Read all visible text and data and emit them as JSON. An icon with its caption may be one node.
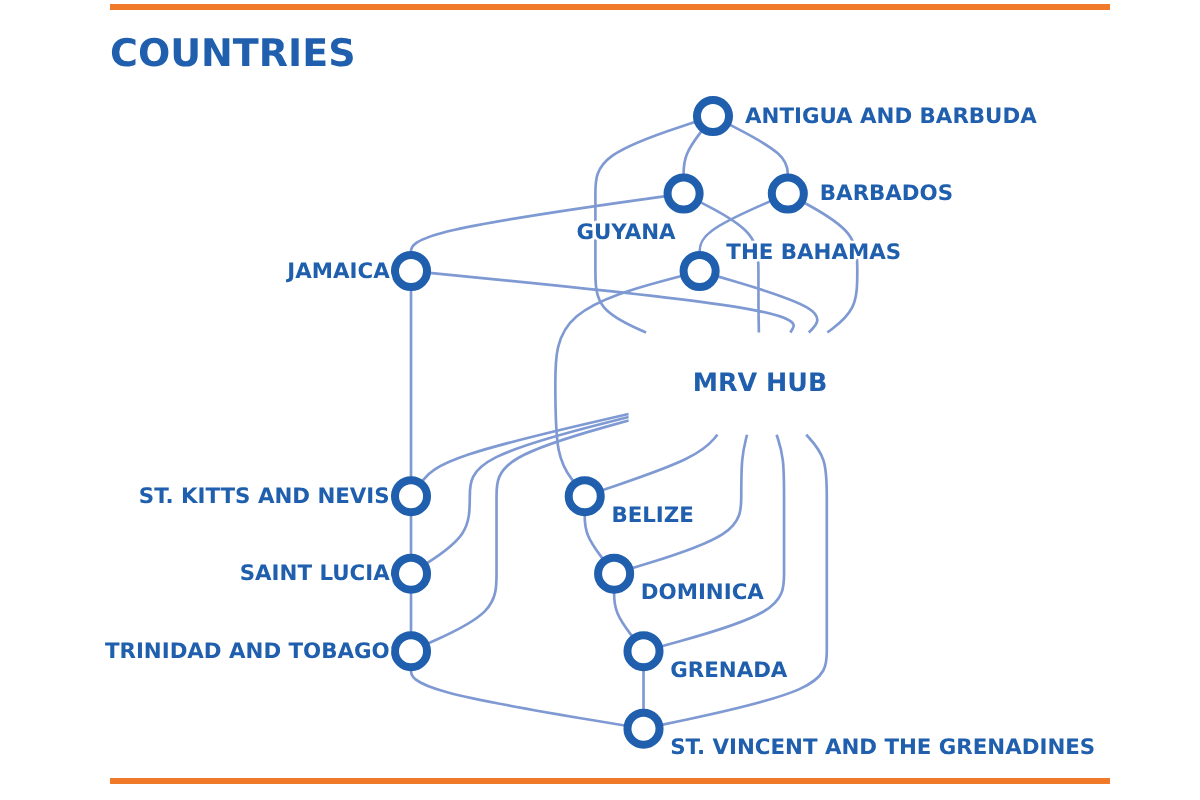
{
  "diagram": {
    "title": "COUNTRIES",
    "nodes": [
      {
        "text": [
          "MRV HUB"
        ]
      },
      {
        "text": [],
        "shape": "circle",
        "beside": [
          "ANTIGUA AND BARBUDA"
        ]
      },
      {
        "text": [],
        "shape": "circle",
        "beside": [
          "GUYANA"
        ]
      },
      {
        "text": [],
        "shape": "circle",
        "beside": [
          "JAMAICA"
        ]
      },
      {
        "text": [],
        "shape": "circle",
        "beside": [
          "ST. KITTS AND NEVIS"
        ]
      },
      {
        "text": [],
        "shape": "circle",
        "beside": [
          "SAINT LUCIA"
        ]
      },
      {
        "text": [],
        "shape": "circle",
        "beside": [
          "TRINIDAD AND TOBAGO"
        ]
      },
      {
        "text": [],
        "shape": "circle",
        "beside": [
          "ST. VINCENT AND THE GRENADINES"
        ]
      },
      {
        "text": [],
        "shape": "circle",
        "beside": [
          "GRENADA"
        ]
      },
      {
        "text": [],
        "shape": "circle",
        "beside": [
          "DOMINICA"
        ]
      },
      {
        "text": [],
        "shape": "circle",
        "beside": [
          "BELIZE"
        ]
      },
      {
        "text": [],
        "shape": "circle",
        "beside": [
          "THE BAHAMAS"
        ]
      },
      {
        "text": [],
        "shape": "circle",
        "beside": [
          "BARBADOS"
        ]
      }
    ],
    "edges": [
      {
        "from": 1,
        "to": 2,
        "arrow": "none"
      },
      {
        "from": 2,
        "to": 3,
        "arrow": "none"
      },
      {
        "from": 3,
        "to": 4,
        "arrow": "none"
      },
      {
        "from": 4,
        "to": 5,
        "arrow": "none"
      },
      {
        "from": 5,
        "to": 6,
        "arrow": "none"
      },
      {
        "from": 6,
        "to": 7,
        "arrow": "none"
      },
      {
        "from": 8,
        "to": 7,
        "arrow": "none"
      },
      {
        "from": 9,
        "to": 8,
        "arrow": "none"
      },
      {
        "from": 10,
        "to": 9,
        "arrow": "none"
      },
      {
        "from": 11,
        "to": 10,
        "arrow": "none"
      },
      {
        "from": 12,
        "to": 11,
        "arrow": "none"
      },
      {
        "from": 1,
        "to": 12,
        "arrow": "none"
      },
      {
        "from": 1,
        "to": 0,
        "arrow": "none"
      },
      {
        "from": 2,
        "to": 0,
        "arrow": "none"
      },
      {
        "from": 3,
        "to": 0,
        "arrow": "none"
      },
      {
        "from": 0,
        "to": 4,
        "arrow": "none"
      },
      {
        "from": 0,
        "to": 5,
        "arrow": "none"
      },
      {
        "from": 0,
        "to": 6,
        "arrow": "none"
      },
      {
        "from": 0,
        "to": 7,
        "arrow": "none"
      },
      {
        "from": 0,
        "to": 8,
        "arrow": "none"
      },
      {
        "from": 0,
        "to": 9,
        "arrow": "none"
      },
      {
        "from": 0,
        "to": 10,
        "arrow": "none"
      },
      {
        "from": 11,
        "to": 0,
        "arrow": "none"
      },
      {
        "from": 12,
        "to": 0,
        "arrow": "none"
      }
    ]
  }
}
